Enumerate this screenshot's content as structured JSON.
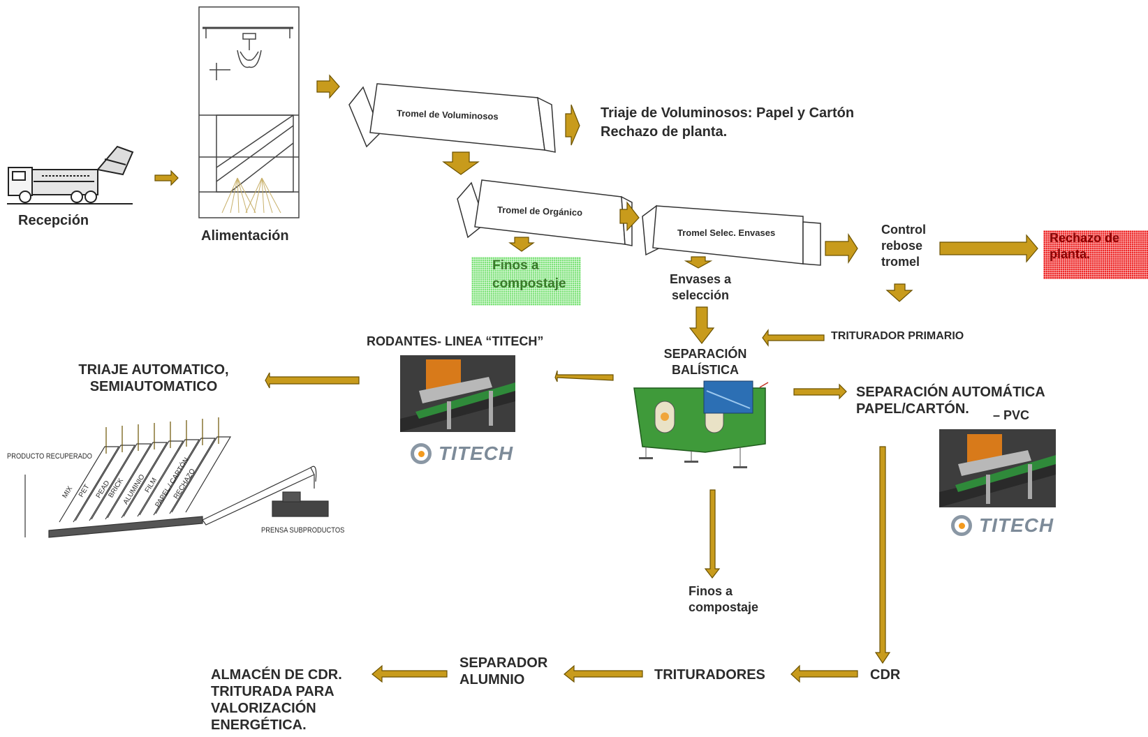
{
  "labels": {
    "recepcion": "Recepción",
    "alimentacion": "Alimentación",
    "tromel_voluminosos": "Tromel de Voluminosos",
    "triaje_voluminosos": "Triaje de Voluminosos: Papel y Cartón",
    "rechazo_planta_1": "Rechazo de planta.",
    "tromel_organico": "Tromel de Orgánico",
    "tromel_envases": "Tromel Selec. Envases",
    "finos_compostaje_1": "Finos a compostaje",
    "envases_seleccion": "Envases a selección",
    "control_rebose": "Control rebose tromel",
    "rechazo_planta_2": "Rechazo de planta.",
    "rodantes_linea": "RODANTES-  LINEA “TITECH”",
    "triaje_automatico": "TRIAJE AUTOMATICO, SEMIAUTOMATICO",
    "separacion_balistica": "SEPARACIÓN BALÍSTICA",
    "triturador_primario": "TRITURADOR PRIMARIO",
    "separacion_automatica": "SEPARACIÓN AUTOMÁTICA PAPEL/CARTÓN.",
    "pvc": "– PVC",
    "producto_recuperado": "PRODUCTO  RECUPERADO",
    "prensa_subproductos": "PRENSA  SUBPRODUCTOS",
    "finos_compostaje_2": "Finos a compostaje",
    "cdr": "CDR",
    "trituradores": "TRITURADORES",
    "separador_alumnio": "SEPARADOR ALUMNIO",
    "almacen_cdr": "ALMACÉN DE CDR. TRITURADA PARA VALORIZACIÓN ENERGÉTICA.",
    "titech_1": "TITECH",
    "titech_2": "TITECH"
  },
  "chute_labels": [
    "MIX",
    "PET",
    "PEAD",
    "BRICK",
    "ALUMINIO",
    "FILM",
    "PAPEL / CARTÓN",
    "RECHAZO"
  ],
  "colors": {
    "arrow_fill": "#c89b1c",
    "arrow_stroke": "#6b5200",
    "finos_box": "#7ee37a",
    "rechazo_box": "#ee2a2a",
    "machine_green": "#3f9a3a"
  }
}
